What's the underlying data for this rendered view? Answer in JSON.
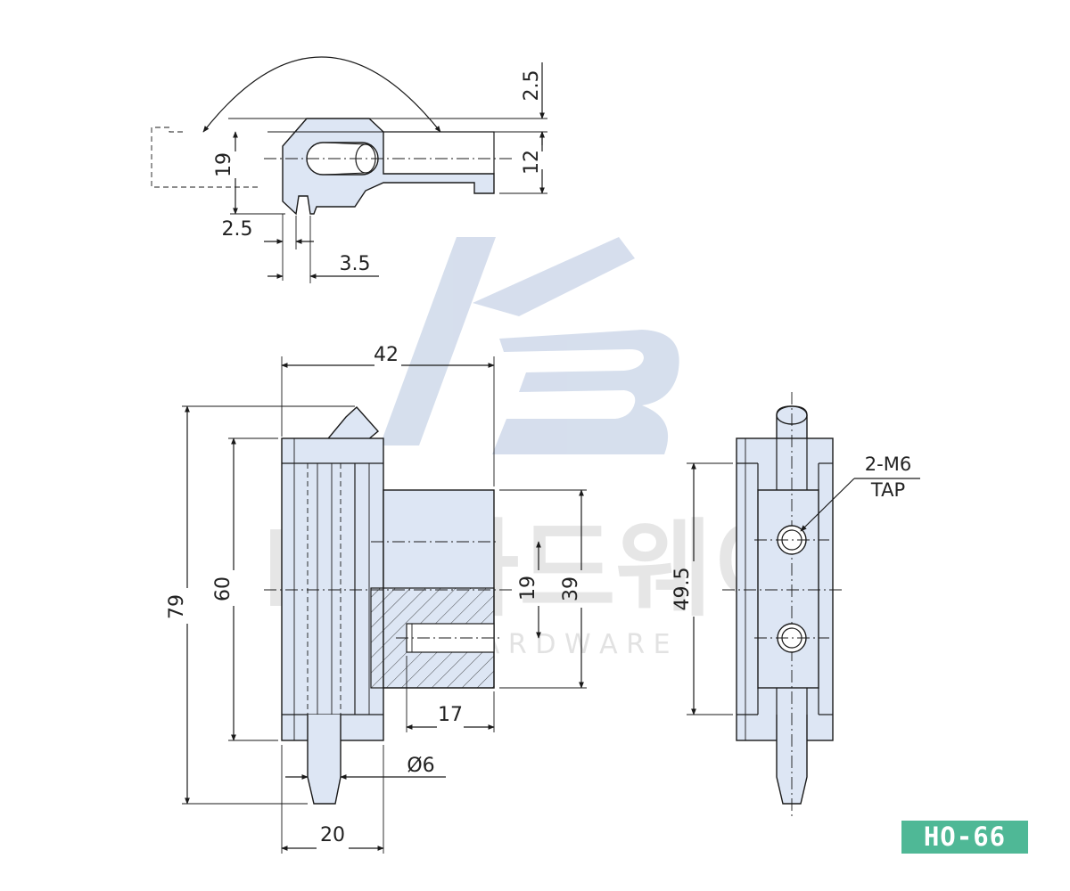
{
  "watermark": {
    "brand": "KB하드웨이",
    "sub": "K B H A R D W A R E"
  },
  "badge": {
    "model": "HO-66"
  },
  "top_view": {
    "dims": {
      "d_2_5_top": "2.5",
      "d_12": "12",
      "d_19": "19",
      "d_2_5": "2.5",
      "d_3_5": "3.5"
    }
  },
  "front_view": {
    "dims": {
      "d_42": "42",
      "d_79": "79",
      "d_60": "60",
      "d_19": "19",
      "d_39": "39",
      "d_17": "17",
      "d_phi6": "Ø6",
      "d_20": "20"
    }
  },
  "side_view": {
    "dims": {
      "d_49_5": "49.5"
    },
    "callout": {
      "line1": "2-M6",
      "line2": "TAP"
    }
  },
  "colors": {
    "part_fill": "#dde6f4",
    "badge": "#4fb896",
    "watermark": "#c7d3e6"
  }
}
